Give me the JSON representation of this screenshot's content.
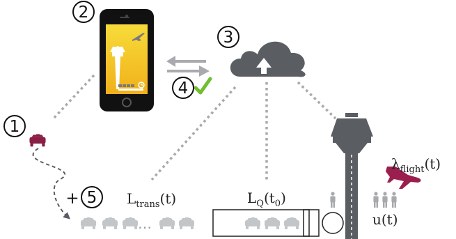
{
  "markers": {
    "one": "1",
    "two": "2",
    "three": "3",
    "four": "4",
    "five": "5",
    "plus": "+"
  },
  "labels": {
    "l_trans_main": "L",
    "l_trans_sub": "trans",
    "l_trans_arg": "(t)",
    "l_q_main": "L",
    "l_q_sub": "Q",
    "l_q_arg_open": "(t",
    "l_q_arg_sub": "0",
    "l_q_arg_close": ")",
    "lambda_main": "λ",
    "lambda_sub": "flight",
    "lambda_arg": "(t)",
    "u": "u(t)",
    "ellipsis": "…"
  },
  "icons": {
    "phone": "smartphone-icon",
    "cloud": "cloud-upload-icon",
    "tower": "control-tower-icon",
    "airplane": "airplane-icon",
    "taxi": "taxi-icon",
    "person": "person-icon",
    "check": "checkmark-icon",
    "arrows": "bidirectional-arrows-icon"
  },
  "colors": {
    "taxi_active": "#8a1f45",
    "airplane": "#9b1f4e",
    "checkmark": "#6fbf2f",
    "gray_dark": "#5a5e63",
    "gray_light": "#bfc2c5",
    "dotted": "#a9a9a9",
    "screen_top": "#f6d935",
    "screen_bottom": "#f2b51a"
  }
}
